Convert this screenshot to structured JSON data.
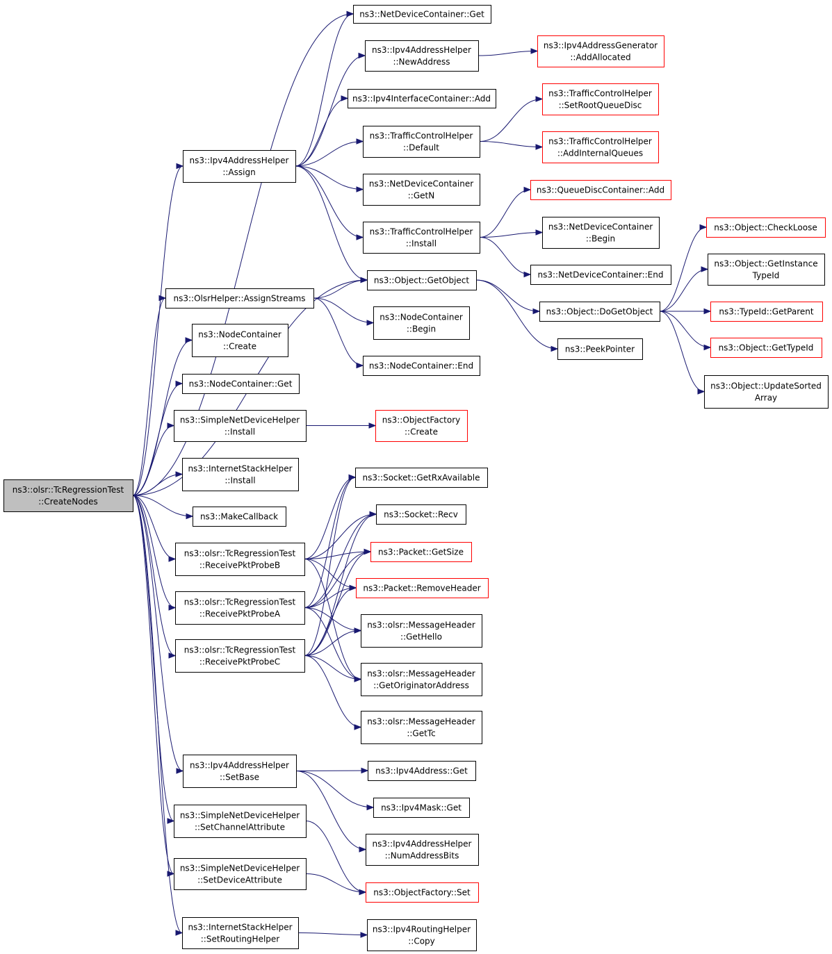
{
  "graph": {
    "colors": {
      "edge": "#191970",
      "root_fill": "#bfbfbf",
      "node_fill": "#ffffff",
      "node_border": "#000000",
      "truncated_border": "#ff0000"
    },
    "nodes": [
      {
        "id": "root",
        "lines": [
          "ns3::olsr::TcRegressionTest",
          "::CreateNodes"
        ],
        "style": "root"
      },
      {
        "id": "ndc_get",
        "lines": [
          "ns3::NetDeviceContainer::Get"
        ],
        "style": "normal"
      },
      {
        "id": "ipv4h_newaddr",
        "lines": [
          "ns3::Ipv4AddressHelper",
          "::NewAddress"
        ],
        "style": "normal"
      },
      {
        "id": "ipv4gen_addalloc",
        "lines": [
          "ns3::Ipv4AddressGenerator",
          "::AddAllocated"
        ],
        "style": "truncated"
      },
      {
        "id": "ipv4ic_add",
        "lines": [
          "ns3::Ipv4InterfaceContainer::Add"
        ],
        "style": "normal"
      },
      {
        "id": "tch_setroot",
        "lines": [
          "ns3::TrafficControlHelper",
          "::SetRootQueueDisc"
        ],
        "style": "truncated"
      },
      {
        "id": "tch_default",
        "lines": [
          "ns3::TrafficControlHelper",
          "::Default"
        ],
        "style": "normal"
      },
      {
        "id": "tch_addinternal",
        "lines": [
          "ns3::TrafficControlHelper",
          "::AddInternalQueues"
        ],
        "style": "truncated"
      },
      {
        "id": "ipv4h_assign",
        "lines": [
          "ns3::Ipv4AddressHelper",
          "::Assign"
        ],
        "style": "normal"
      },
      {
        "id": "ndc_getn",
        "lines": [
          "ns3::NetDeviceContainer",
          "::GetN"
        ],
        "style": "normal"
      },
      {
        "id": "qdc_add",
        "lines": [
          "ns3::QueueDiscContainer::Add"
        ],
        "style": "truncated"
      },
      {
        "id": "tch_install",
        "lines": [
          "ns3::TrafficControlHelper",
          "::Install"
        ],
        "style": "normal"
      },
      {
        "id": "ndc_begin",
        "lines": [
          "ns3::NetDeviceContainer",
          "::Begin"
        ],
        "style": "normal"
      },
      {
        "id": "obj_checkloose",
        "lines": [
          "ns3::Object::CheckLoose"
        ],
        "style": "truncated"
      },
      {
        "id": "ndc_end",
        "lines": [
          "ns3::NetDeviceContainer::End"
        ],
        "style": "normal"
      },
      {
        "id": "obj_getinstance",
        "lines": [
          "ns3::Object::GetInstance",
          "TypeId"
        ],
        "style": "normal"
      },
      {
        "id": "obj_getobject",
        "lines": [
          "ns3::Object::GetObject"
        ],
        "style": "normal"
      },
      {
        "id": "olsr_assignstreams",
        "lines": [
          "ns3::OlsrHelper::AssignStreams"
        ],
        "style": "normal"
      },
      {
        "id": "obj_dogetobject",
        "lines": [
          "ns3::Object::DoGetObject"
        ],
        "style": "normal"
      },
      {
        "id": "typeid_getparent",
        "lines": [
          "ns3::TypeId::GetParent"
        ],
        "style": "truncated"
      },
      {
        "id": "nc_begin",
        "lines": [
          "ns3::NodeContainer",
          "::Begin"
        ],
        "style": "normal"
      },
      {
        "id": "nc_create",
        "lines": [
          "ns3::NodeContainer",
          "::Create"
        ],
        "style": "normal"
      },
      {
        "id": "peekpointer",
        "lines": [
          "ns3::PeekPointer"
        ],
        "style": "normal"
      },
      {
        "id": "obj_gettypeid",
        "lines": [
          "ns3::Object::GetTypeId"
        ],
        "style": "truncated"
      },
      {
        "id": "nc_end",
        "lines": [
          "ns3::NodeContainer::End"
        ],
        "style": "normal"
      },
      {
        "id": "obj_updatesorted",
        "lines": [
          "ns3::Object::UpdateSorted",
          "Array"
        ],
        "style": "normal"
      },
      {
        "id": "nc_get",
        "lines": [
          "ns3::NodeContainer::Get"
        ],
        "style": "normal"
      },
      {
        "id": "sndh_install",
        "lines": [
          "ns3::SimpleNetDeviceHelper",
          "::Install"
        ],
        "style": "normal"
      },
      {
        "id": "of_create",
        "lines": [
          "ns3::ObjectFactory",
          "::Create"
        ],
        "style": "truncated"
      },
      {
        "id": "ish_install",
        "lines": [
          "ns3::InternetStackHelper",
          "::Install"
        ],
        "style": "normal"
      },
      {
        "id": "socket_getrx",
        "lines": [
          "ns3::Socket::GetRxAvailable"
        ],
        "style": "normal"
      },
      {
        "id": "makecallback",
        "lines": [
          "ns3::MakeCallback"
        ],
        "style": "normal"
      },
      {
        "id": "socket_recv",
        "lines": [
          "ns3::Socket::Recv"
        ],
        "style": "normal"
      },
      {
        "id": "probe_b",
        "lines": [
          "ns3::olsr::TcRegressionTest",
          "::ReceivePktProbeB"
        ],
        "style": "normal"
      },
      {
        "id": "packet_getsize",
        "lines": [
          "ns3::Packet::GetSize"
        ],
        "style": "truncated"
      },
      {
        "id": "packet_removeheader",
        "lines": [
          "ns3::Packet::RemoveHeader"
        ],
        "style": "truncated"
      },
      {
        "id": "probe_a",
        "lines": [
          "ns3::olsr::TcRegressionTest",
          "::ReceivePktProbeA"
        ],
        "style": "normal"
      },
      {
        "id": "mh_gethello",
        "lines": [
          "ns3::olsr::MessageHeader",
          "::GetHello"
        ],
        "style": "normal"
      },
      {
        "id": "probe_c",
        "lines": [
          "ns3::olsr::TcRegressionTest",
          "::ReceivePktProbeC"
        ],
        "style": "normal"
      },
      {
        "id": "mh_getorig",
        "lines": [
          "ns3::olsr::MessageHeader",
          "::GetOriginatorAddress"
        ],
        "style": "normal"
      },
      {
        "id": "mh_gettc",
        "lines": [
          "ns3::olsr::MessageHeader",
          "::GetTc"
        ],
        "style": "normal"
      },
      {
        "id": "ipv4h_setbase",
        "lines": [
          "ns3::Ipv4AddressHelper",
          "::SetBase"
        ],
        "style": "normal"
      },
      {
        "id": "ipv4addr_get",
        "lines": [
          "ns3::Ipv4Address::Get"
        ],
        "style": "normal"
      },
      {
        "id": "ipv4mask_get",
        "lines": [
          "ns3::Ipv4Mask::Get"
        ],
        "style": "normal"
      },
      {
        "id": "sndh_setchannel",
        "lines": [
          "ns3::SimpleNetDeviceHelper",
          "::SetChannelAttribute"
        ],
        "style": "normal"
      },
      {
        "id": "ipv4h_numbits",
        "lines": [
          "ns3::Ipv4AddressHelper",
          "::NumAddressBits"
        ],
        "style": "normal"
      },
      {
        "id": "sndh_setdevice",
        "lines": [
          "ns3::SimpleNetDeviceHelper",
          "::SetDeviceAttribute"
        ],
        "style": "normal"
      },
      {
        "id": "of_set",
        "lines": [
          "ns3::ObjectFactory::Set"
        ],
        "style": "truncated"
      },
      {
        "id": "ish_setrouting",
        "lines": [
          "ns3::InternetStackHelper",
          "::SetRoutingHelper"
        ],
        "style": "normal"
      },
      {
        "id": "ipv4rh_copy",
        "lines": [
          "ns3::Ipv4RoutingHelper",
          "::Copy"
        ],
        "style": "normal"
      }
    ],
    "edges": [
      [
        "root",
        "ndc_get"
      ],
      [
        "root",
        "ipv4h_assign"
      ],
      [
        "root",
        "obj_getobject"
      ],
      [
        "root",
        "olsr_assignstreams"
      ],
      [
        "root",
        "nc_create"
      ],
      [
        "root",
        "nc_get"
      ],
      [
        "root",
        "sndh_install"
      ],
      [
        "root",
        "ish_install"
      ],
      [
        "root",
        "makecallback"
      ],
      [
        "root",
        "probe_b"
      ],
      [
        "root",
        "probe_a"
      ],
      [
        "root",
        "probe_c"
      ],
      [
        "root",
        "ipv4h_setbase"
      ],
      [
        "root",
        "sndh_setchannel"
      ],
      [
        "root",
        "sndh_setdevice"
      ],
      [
        "root",
        "ish_setrouting"
      ],
      [
        "ipv4h_assign",
        "ndc_get"
      ],
      [
        "ipv4h_assign",
        "ipv4h_newaddr"
      ],
      [
        "ipv4h_assign",
        "ipv4ic_add"
      ],
      [
        "ipv4h_assign",
        "tch_default"
      ],
      [
        "ipv4h_assign",
        "ndc_getn"
      ],
      [
        "ipv4h_assign",
        "tch_install"
      ],
      [
        "ipv4h_assign",
        "obj_getobject"
      ],
      [
        "ipv4h_newaddr",
        "ipv4gen_addalloc"
      ],
      [
        "tch_default",
        "tch_setroot"
      ],
      [
        "tch_default",
        "tch_addinternal"
      ],
      [
        "tch_install",
        "qdc_add"
      ],
      [
        "tch_install",
        "ndc_begin"
      ],
      [
        "tch_install",
        "ndc_end"
      ],
      [
        "obj_getobject",
        "obj_dogetobject"
      ],
      [
        "obj_getobject",
        "peekpointer"
      ],
      [
        "obj_dogetobject",
        "obj_checkloose"
      ],
      [
        "obj_dogetobject",
        "obj_getinstance"
      ],
      [
        "obj_dogetobject",
        "typeid_getparent"
      ],
      [
        "obj_dogetobject",
        "obj_gettypeid"
      ],
      [
        "obj_dogetobject",
        "obj_updatesorted"
      ],
      [
        "olsr_assignstreams",
        "obj_getobject"
      ],
      [
        "olsr_assignstreams",
        "nc_begin"
      ],
      [
        "olsr_assignstreams",
        "nc_end"
      ],
      [
        "sndh_install",
        "of_create"
      ],
      [
        "probe_b",
        "socket_getrx"
      ],
      [
        "probe_b",
        "socket_recv"
      ],
      [
        "probe_b",
        "packet_getsize"
      ],
      [
        "probe_b",
        "packet_removeheader"
      ],
      [
        "probe_b",
        "mh_getorig"
      ],
      [
        "probe_a",
        "socket_getrx"
      ],
      [
        "probe_a",
        "socket_recv"
      ],
      [
        "probe_a",
        "packet_getsize"
      ],
      [
        "probe_a",
        "packet_removeheader"
      ],
      [
        "probe_a",
        "mh_gethello"
      ],
      [
        "probe_a",
        "mh_getorig"
      ],
      [
        "probe_c",
        "socket_getrx"
      ],
      [
        "probe_c",
        "socket_recv"
      ],
      [
        "probe_c",
        "packet_getsize"
      ],
      [
        "probe_c",
        "packet_removeheader"
      ],
      [
        "probe_c",
        "mh_gethello"
      ],
      [
        "probe_c",
        "mh_getorig"
      ],
      [
        "probe_c",
        "mh_gettc"
      ],
      [
        "ipv4h_setbase",
        "ipv4addr_get"
      ],
      [
        "ipv4h_setbase",
        "ipv4mask_get"
      ],
      [
        "ipv4h_setbase",
        "ipv4h_numbits"
      ],
      [
        "sndh_setchannel",
        "of_set"
      ],
      [
        "sndh_setdevice",
        "of_set"
      ],
      [
        "ish_setrouting",
        "ipv4rh_copy"
      ]
    ]
  }
}
